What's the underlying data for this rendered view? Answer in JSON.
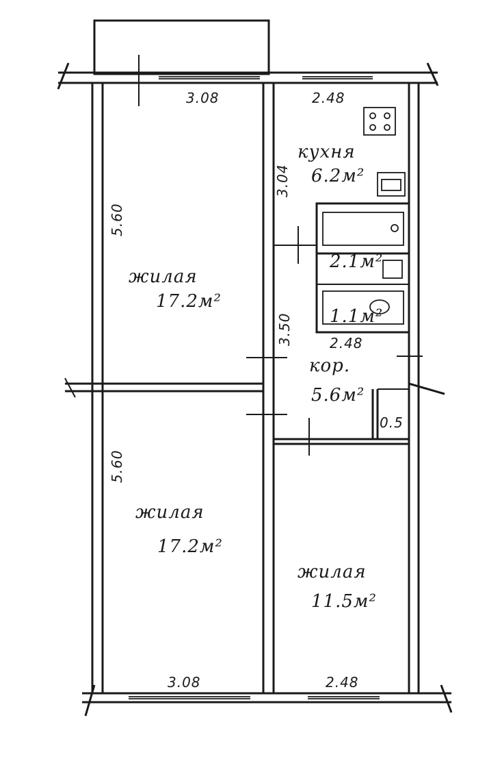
{
  "rooms": {
    "living_top": {
      "label": "жилая",
      "area": "17.2м²"
    },
    "living_bottom": {
      "label": "жилая",
      "area": "17.2м²"
    },
    "living_right": {
      "label": "жилая",
      "area": "11.5м²"
    },
    "kitchen": {
      "label": "кухня",
      "area": "6.2м²"
    },
    "bath_1": {
      "area": "2.1м²"
    },
    "bath_2": {
      "area": "1.1м²"
    },
    "corridor": {
      "label": "кор.",
      "area": "5.6м²"
    }
  },
  "dimensions": {
    "top_left_width": "3.08",
    "top_right_width": "2.48",
    "left_upper_length": "5.60",
    "left_lower_length": "5.60",
    "kitchen_length": "3.04",
    "corridor_length": "3.50",
    "corridor_width": "2.48",
    "closet_depth": "0.5",
    "bottom_left_width": "3.08",
    "bottom_right_width": "2.48"
  }
}
